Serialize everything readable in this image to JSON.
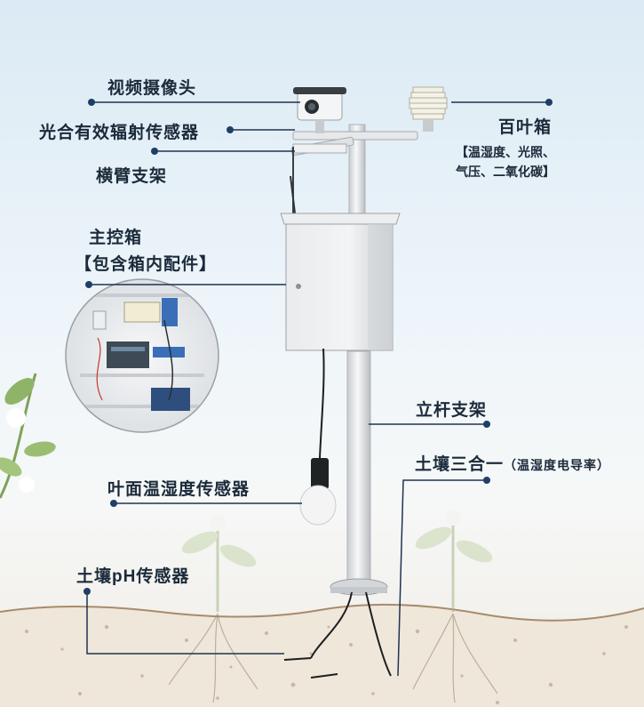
{
  "labels": {
    "camera": "视频摄像头",
    "par_sensor": "光合有效辐射传感器",
    "crossarm": "横臂支架",
    "louver_box": "百叶箱",
    "louver_box_detail_line1": "【温湿度、光照、",
    "louver_box_detail_line2": "气压、二氧化碳】",
    "control_box": "主控箱",
    "control_box_detail": "【包含箱内配件】",
    "pole": "立杆支架",
    "soil_3in1": "土壤三合一",
    "soil_3in1_detail": "（温湿度电导率）",
    "leaf_sensor": "叶面温湿度传感器",
    "soil_ph": "土壤pH传感器"
  },
  "colors": {
    "line": "#1f3350",
    "dot": "#1e3f66",
    "text": "#1b2a3a"
  }
}
